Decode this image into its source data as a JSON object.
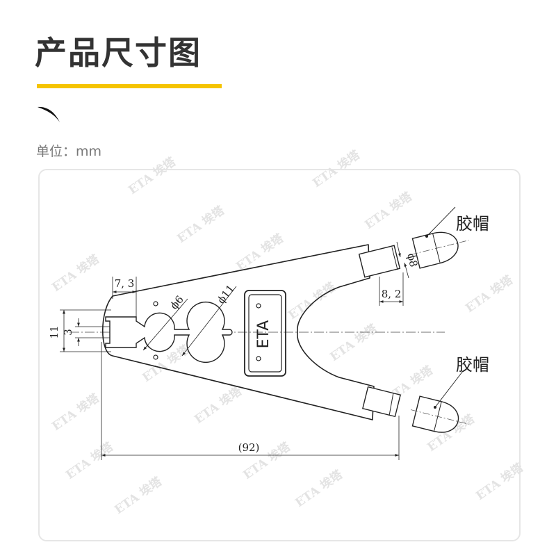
{
  "header": {
    "title": "产品尺寸图",
    "accent_color": "#f5c400",
    "unit_label": "单位：mm",
    "logo_icon": "swoosh-icon"
  },
  "drawing": {
    "callouts": {
      "cap_top": "胶帽",
      "cap_bottom": "胶帽"
    },
    "dimensions": {
      "jaw_width": "7, 3",
      "height_outer": "11",
      "height_inner": "3",
      "hole_small": "ϕ6",
      "hole_large": "ϕ11",
      "tip_diameter": "ϕ8",
      "tip_length": "8, 2",
      "overall_length": "(92)"
    },
    "nameplate": "ETA",
    "watermark": "ETA 埃塔"
  }
}
